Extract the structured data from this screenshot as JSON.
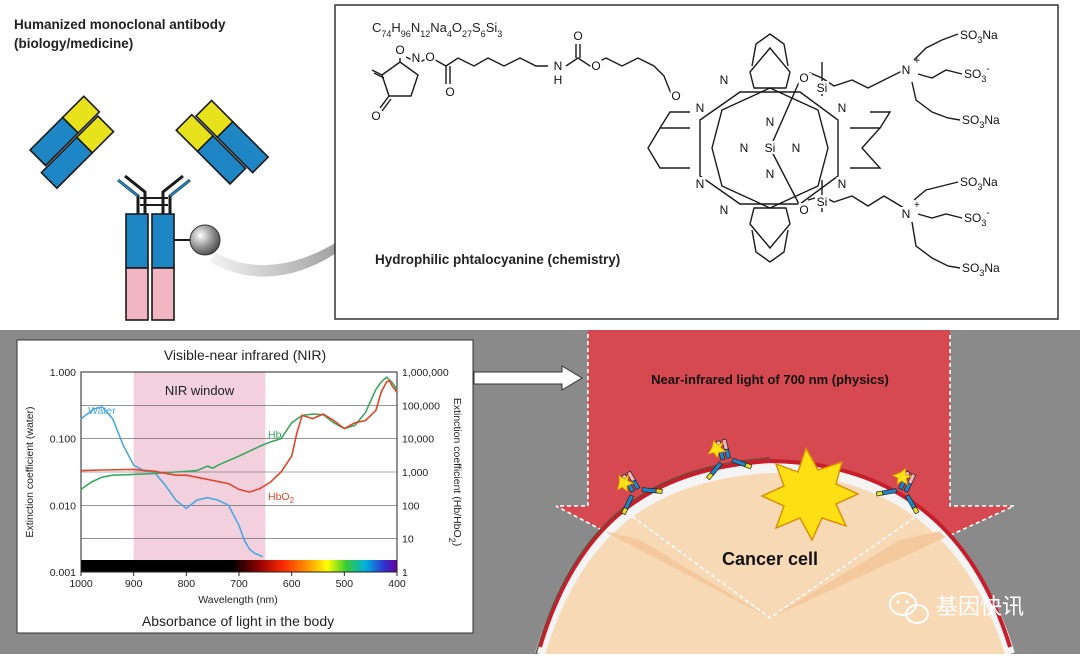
{
  "antibody": {
    "title_line1": "Humanized monoclonal antibody",
    "title_line2": "(biology/medicine)"
  },
  "molecule": {
    "formula_parts": [
      {
        "t": "C",
        "sub": false
      },
      {
        "t": "74",
        "sub": true
      },
      {
        "t": "H",
        "sub": false
      },
      {
        "t": "96",
        "sub": true
      },
      {
        "t": "N",
        "sub": false
      },
      {
        "t": "12",
        "sub": true
      },
      {
        "t": "Na",
        "sub": false
      },
      {
        "t": "4",
        "sub": true
      },
      {
        "t": "O",
        "sub": false
      },
      {
        "t": "27",
        "sub": true
      },
      {
        "t": "S",
        "sub": false
      },
      {
        "t": "6",
        "sub": true
      },
      {
        "t": "Si",
        "sub": false
      },
      {
        "t": "3",
        "sub": true
      }
    ],
    "caption": "Hydrophilic phtalocyanine (chemistry)",
    "atoms": {
      "O": "O",
      "N": "N",
      "H": "H",
      "Si": "Si",
      "N_plus": "N",
      "plus": "+",
      "so3na": "SO",
      "so3_sub": "3",
      "na": "Na",
      "minus": "-"
    }
  },
  "chart_data": {
    "type": "line",
    "title": "Visible-near infrared (NIR)",
    "subtitle": "Absorbance of light in the body",
    "xlabel": "Wavelength (nm)",
    "ylabel_left": "Extinction coefficient (water)",
    "ylabel_right_parts": [
      {
        "t": "Extinction coefficient (Hb/HbO",
        "sub": false
      },
      {
        "t": "2",
        "sub": true
      },
      {
        "t": ")",
        "sub": false
      }
    ],
    "x_ticks": [
      "1000",
      "900",
      "800",
      "700",
      "600",
      "500",
      "400"
    ],
    "x_values": [
      1000,
      900,
      800,
      700,
      600,
      500,
      400
    ],
    "xlim": [
      1000,
      400
    ],
    "y_left_ticks": [
      "0.001",
      "0.010",
      "0.100",
      "1.000"
    ],
    "y_left_values": [
      0.001,
      0.01,
      0.1,
      1.0
    ],
    "y_right_ticks": [
      "1",
      "10",
      "100",
      "1,000",
      "10,000",
      "100,000",
      "1,000,000"
    ],
    "ylim_right": [
      1,
      1000000
    ],
    "log_scale": true,
    "nir_window": {
      "label": "NIR window",
      "from": 900,
      "to": 650
    },
    "series": [
      {
        "name": "Water",
        "color": "#4aa8e0",
        "axis": "left",
        "points": [
          [
            1000,
            0.2
          ],
          [
            975,
            0.28
          ],
          [
            960,
            0.3
          ],
          [
            940,
            0.2
          ],
          [
            920,
            0.08
          ],
          [
            900,
            0.04
          ],
          [
            880,
            0.033
          ],
          [
            860,
            0.031
          ],
          [
            840,
            0.02
          ],
          [
            820,
            0.012
          ],
          [
            800,
            0.009
          ],
          [
            780,
            0.012
          ],
          [
            760,
            0.013
          ],
          [
            740,
            0.012
          ],
          [
            720,
            0.01
          ],
          [
            700,
            0.005
          ],
          [
            690,
            0.003
          ],
          [
            680,
            0.0022
          ],
          [
            670,
            0.0019
          ],
          [
            655,
            0.0017
          ]
        ]
      },
      {
        "name": "Hb",
        "color": "#3aa860",
        "axis": "right",
        "points": [
          [
            1000,
            300
          ],
          [
            980,
            500
          ],
          [
            960,
            700
          ],
          [
            940,
            800
          ],
          [
            900,
            850
          ],
          [
            860,
            900
          ],
          [
            820,
            1000
          ],
          [
            780,
            1100
          ],
          [
            760,
            1500
          ],
          [
            750,
            1300
          ],
          [
            740,
            1600
          ],
          [
            700,
            3000
          ],
          [
            660,
            6000
          ],
          [
            640,
            8000
          ],
          [
            620,
            10000
          ],
          [
            600,
            30000
          ],
          [
            580,
            50000
          ],
          [
            560,
            55000
          ],
          [
            540,
            52000
          ],
          [
            520,
            30000
          ],
          [
            500,
            20000
          ],
          [
            480,
            25000
          ],
          [
            460,
            60000
          ],
          [
            440,
            300000
          ],
          [
            430,
            500000
          ],
          [
            420,
            700000
          ],
          [
            410,
            500000
          ],
          [
            400,
            300000
          ]
        ]
      },
      {
        "name": "HbO",
        "name_sub": "2",
        "color": "#e0452a",
        "axis": "right",
        "points": [
          [
            1000,
            1100
          ],
          [
            960,
            1150
          ],
          [
            900,
            1200
          ],
          [
            860,
            1050
          ],
          [
            820,
            800
          ],
          [
            800,
            800
          ],
          [
            760,
            600
          ],
          [
            720,
            450
          ],
          [
            700,
            300
          ],
          [
            680,
            250
          ],
          [
            660,
            320
          ],
          [
            640,
            500
          ],
          [
            620,
            1000
          ],
          [
            600,
            3000
          ],
          [
            590,
            15000
          ],
          [
            580,
            50000
          ],
          [
            560,
            40000
          ],
          [
            540,
            55000
          ],
          [
            520,
            35000
          ],
          [
            500,
            20000
          ],
          [
            480,
            30000
          ],
          [
            460,
            35000
          ],
          [
            440,
            70000
          ],
          [
            430,
            250000
          ],
          [
            420,
            500000
          ],
          [
            414,
            550000
          ],
          [
            410,
            400000
          ],
          [
            400,
            250000
          ]
        ]
      }
    ]
  },
  "light": {
    "label": "Near-infrared light of 700 nm (physics)",
    "cell_label": "Cancer cell"
  },
  "watermark": {
    "text": "基因快讯"
  },
  "colors": {
    "frame_gray": "#8a8a8a",
    "light_red": "#d9474e",
    "cell_fill": "#f5d3a8",
    "star_yellow": "#ffe014",
    "antibody_blue": "#1f86c6",
    "antibody_yellow": "#e8e21c",
    "antibody_pink": "#f2b6c2"
  }
}
